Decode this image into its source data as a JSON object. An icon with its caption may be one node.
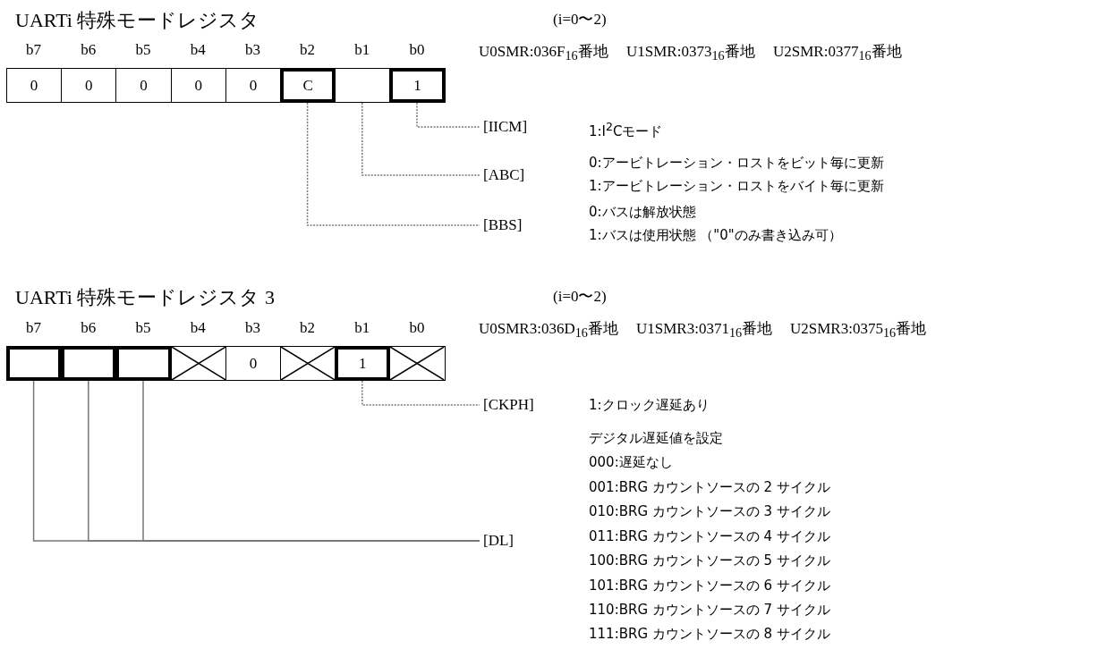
{
  "diagram": {
    "nodes": [
      {
        "text": [
          "0"
        ]
      },
      {
        "text": [
          "0"
        ]
      },
      {
        "text": [
          "0"
        ]
      },
      {
        "text": [
          "0"
        ]
      },
      {
        "text": [
          "0"
        ]
      },
      {
        "text": [
          "C"
        ]
      },
      {
        "text": [],
        "shape": "box"
      },
      {
        "text": [
          "1"
        ]
      },
      {
        "text": [
          "[IICM]"
        ]
      },
      {
        "text": [
          "[ABC]"
        ]
      },
      {
        "text": [
          "[BBS]"
        ]
      },
      {
        "text": [],
        "shape": "box"
      },
      {
        "text": [],
        "shape": "box"
      },
      {
        "text": [],
        "shape": "box"
      },
      {
        "text": [],
        "shape": "crossed-box"
      },
      {
        "text": [
          "0"
        ]
      },
      {
        "text": [],
        "shape": "crossed-box"
      },
      {
        "text": [
          "1"
        ]
      },
      {
        "text": [],
        "shape": "crossed-box"
      },
      {
        "text": [
          "[CKPH]"
        ]
      },
      {
        "text": [
          "[DL]"
        ]
      }
    ],
    "edges": [
      {
        "from": 7,
        "to": 8,
        "arrow": "none",
        "style": "dashed"
      },
      {
        "from": 6,
        "to": 9,
        "arrow": "none",
        "style": "dashed"
      },
      {
        "from": 5,
        "to": 10,
        "arrow": "none",
        "style": "dashed"
      },
      {
        "from": 17,
        "to": 19,
        "arrow": "none",
        "style": "dashed"
      },
      {
        "from": 11,
        "to": 20,
        "arrow": "none"
      },
      {
        "from": 12,
        "to": 20,
        "arrow": "none"
      },
      {
        "from": 13,
        "to": 20,
        "arrow": "none"
      }
    ],
    "labels": [
      "UARTi 特殊モードレジスタ",
      "(i=0〜2)",
      "b7",
      "b6",
      "b5",
      "b4",
      "b3",
      "b2",
      "b1",
      "b0",
      "U0SMR:036F$_{16}$番地",
      "U1SMR:0373$_{16}$番地",
      "U2SMR:0377$_{16}$番地",
      "1:I$^{2}$Cモード",
      "0:アービトレーション・ロストをビット毎に更新",
      "1:アービトレーション・ロストをバイト毎に更新",
      "0:バスは解放状態",
      "1:バスは使用状態 （\"0\"のみ書き込み可）",
      "UARTi 特殊モードレジスタ 3",
      "(i=0〜2)",
      "b7",
      "b6",
      "b5",
      "b4",
      "b3",
      "b2",
      "b1",
      "b0",
      "U0SMR3:036D$_{16}$番地",
      "U1SMR3:0371$_{16}$番地",
      "U2SMR3:0375$_{16}$番地",
      "1:クロック遅延あり",
      "デジタル遅延値を設定",
      "000:遅延なし",
      "001:BRG カウントソースの 2 サイクル",
      "010:BRG カウントソースの 3 サイクル",
      "011:BRG カウントソースの 4 サイクル",
      "100:BRG カウントソースの 5 サイクル",
      "101:BRG カウントソースの 6 サイクル",
      "110:BRG カウントソースの 7 サイクル",
      "111:BRG カウントソースの 8 サイクル"
    ]
  }
}
